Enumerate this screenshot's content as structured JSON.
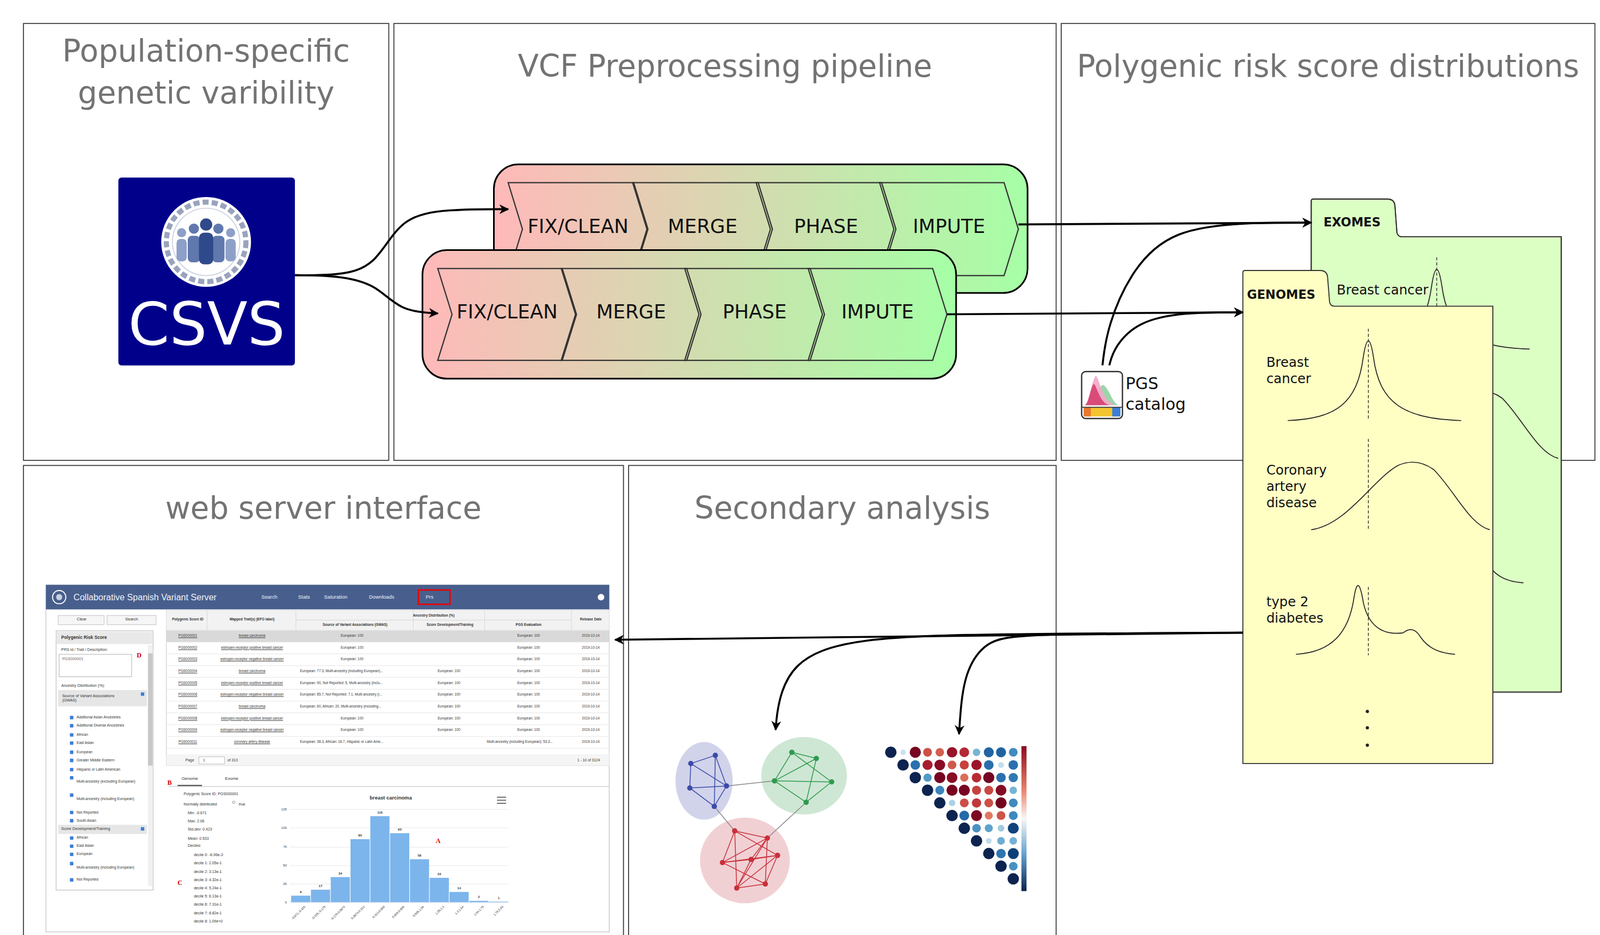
{
  "diagram": {
    "nodes": [
      {
        "text": [
          "Population-specific genetic varibility"
        ]
      },
      {
        "text": [
          "CSVS"
        ],
        "in": 0
      },
      {
        "text": [
          "VCF Preprocessing pipeline"
        ]
      },
      {
        "text": [
          "FIX/CLEAN"
        ],
        "in": 2
      },
      {
        "text": [
          "MERGE"
        ],
        "in": 2
      },
      {
        "text": [
          "PHASE"
        ],
        "in": 2
      },
      {
        "text": [
          "IMPUTE"
        ],
        "in": 2
      },
      {
        "text": [
          "FIX/CLEAN"
        ],
        "in": 2
      },
      {
        "text": [
          "MERGE"
        ],
        "in": 2
      },
      {
        "text": [
          "PHASE"
        ],
        "in": 2
      },
      {
        "text": [
          "IMPUTE"
        ],
        "in": 2
      },
      {
        "text": [
          "Polygenic risk score distributions"
        ]
      },
      {
        "text": [
          "PGS catalog"
        ],
        "in": 11
      },
      {
        "text": [
          "EXOMES",
          "Breast cancer"
        ]
      },
      {
        "text": [
          "GENOMES",
          "Breast cancer",
          "Coronary artery disease",
          "type 2 diabetes"
        ]
      },
      {
        "text": [
          "web server interface"
        ]
      },
      {
        "text": [
          "Secondary analysis"
        ]
      }
    ],
    "edges": [
      {
        "from": 1,
        "to": 3,
        "arrow": "to"
      },
      {
        "from": 1,
        "to": 7,
        "arrow": "to"
      },
      {
        "from": 6,
        "to": 13,
        "arrow": "to"
      },
      {
        "from": 10,
        "to": 14,
        "arrow": "to"
      },
      {
        "from": 12,
        "to": 13,
        "arrow": "to"
      },
      {
        "from": 12,
        "to": 14,
        "arrow": "to"
      },
      {
        "from": 14,
        "to": 15,
        "arrow": "to"
      },
      {
        "from": 14,
        "to": 16,
        "arrow": "to"
      },
      {
        "from": 14,
        "to": 16,
        "arrow": "to"
      }
    ],
    "labels": [
      "Collaborative Spanish Variant Server",
      "Search",
      "Stats",
      "Saturation",
      "Downloads",
      "Prs",
      "Clear",
      "Search",
      "Polygenic Risk Score",
      "PRS id / Trait / Description:",
      "PGS000001",
      "D",
      "Ancestry Distribution (%):",
      "Source of Variant Associations (GWAS)",
      "Additional Asian Ancestries",
      "Additional Diverse Ancestries",
      "African",
      "East Asian",
      "European",
      "Greater Middle Eastern",
      "Hispanic or Latin American",
      "Multi-ancestry (excluding European)",
      "Multi-ancestry (including European)",
      "Not Reported",
      "South Asian",
      "Score Development/Training",
      "African",
      "East Asian",
      "European",
      "Multi-ancestry (including European)",
      "Not Reported",
      "Polygenic Score ID",
      "Mapped Trait(s) (EFO label)",
      "Ancestry Distribution (%)",
      "Source of Variant Associations (GWAS)",
      "Score Development/Training",
      "PGS Evaluation",
      "Release Date",
      "PGS000001",
      "breast carcinoma",
      "European: 100",
      "European: 100",
      "2019-10-14",
      "PGS000002",
      "estrogen-receptor positive breast cancer",
      "European: 100",
      "European: 100",
      "2019-10-14",
      "PGS000003",
      "estrogen-receptor negative breast cancer",
      "European: 100",
      "European: 100",
      "2019-10-14",
      "PGS000004",
      "breast carcinoma",
      "European: 77.3, Multi-ancestry (including European)...",
      "European: 100",
      "European: 100",
      "2019-10-14",
      "PGS000005",
      "estrogen-receptor positive breast cancer",
      "European: 90, Not Reported: 5, Multi-ancestry (inclu...",
      "European: 100",
      "European: 100",
      "2019-10-14",
      "PGS000006",
      "estrogen-receptor negative breast cancer",
      "European: 85.7, Not Reported: 7.1, Multi-ancestry (i...",
      "European: 100",
      "European: 100",
      "2019-10-14",
      "PGS000007",
      "breast carcinoma",
      "European: 60, African: 20, Multi-ancestry (including...",
      "European: 100",
      "European: 100",
      "2019-10-14",
      "PGS000008",
      "estrogen-receptor positive breast cancer",
      "European: 100",
      "European: 100",
      "European: 100",
      "2019-10-14",
      "PGS000009",
      "estrogen-receptor negative breast cancer",
      "European: 100",
      "European: 100",
      "European: 100",
      "2019-10-14",
      "PGS000011",
      "coronary artery disease",
      "European: 38.3, African: 16.7, Hispanic or Latin Ame...",
      "Multi-ancestry (including European): 53.3...",
      "2019-10-14",
      "Page",
      "1",
      "of 313",
      "1 - 10 of 3124",
      "B",
      "Genome",
      "Exome",
      "Polygenic Score ID: PGS000001",
      "Normally distributed",
      "true",
      "Min: -0.671",
      "Max: 2.06",
      "Std.dev: 0.423",
      "Mean: 0.533",
      "Deciles:",
      "decile 0: -6.96e-3",
      "decile 1: 2.05e-1",
      "decile 2: 3.13e-1",
      "decile 3: 4.32e-1",
      "decile 4: 5.24e-1",
      "decile 5: 6.13e-1",
      "decile 6: 7.31e-1",
      "decile 7: 8.82e-1",
      "decile 8: 1.09e+0",
      "C",
      "breast carcinoma",
      "A",
      "125",
      "100",
      "75",
      "50",
      "25",
      "0",
      "9",
      "17",
      "34",
      "85",
      "116",
      "93",
      "58",
      "33",
      "14",
      "2",
      "1",
      "-0.671,-0.425",
      "-0.425,-0.179",
      "-0.179,0.0674",
      "0.0674,0.313",
      "0.313,0.559",
      "0.559,0.805",
      "0.805,1.05",
      "1.05,1.3",
      "1.3,1.54",
      "1.54,1.79",
      "1.79,2.04"
    ]
  }
}
